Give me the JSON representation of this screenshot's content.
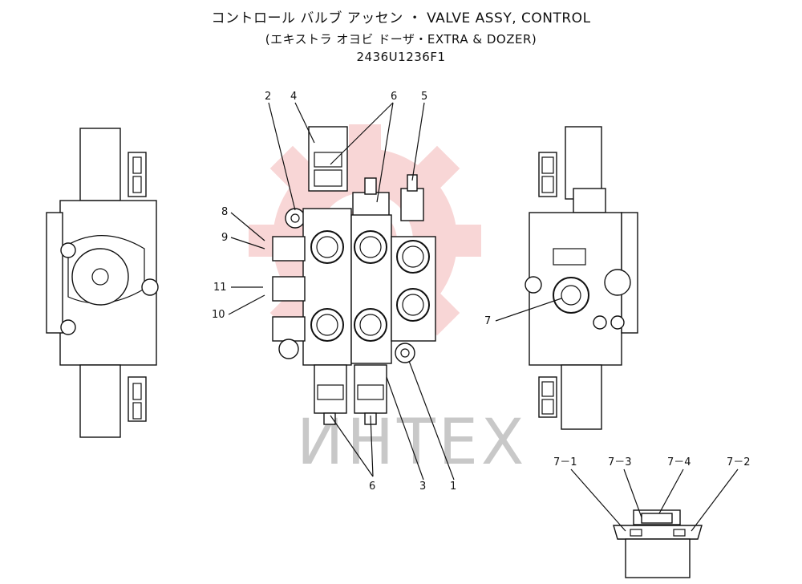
{
  "title": {
    "line1": "コントロール バルブ アッセン ・ VALVE ASSY, CONTROL",
    "line2": "(エキストラ オヨビ ドーザ・EXTRA & DOZER)",
    "part_number": "2436U1236F1"
  },
  "watermark": {
    "text": "ИНТЕХ",
    "color": "#e8a0a0"
  },
  "callouts": {
    "c1": "1",
    "c2": "2",
    "c3": "3",
    "c4": "4",
    "c5": "5",
    "c6a": "6",
    "c6b": "6",
    "c7": "7",
    "c8": "8",
    "c9": "9",
    "c10": "10",
    "c11": "11",
    "c7_1": "7－1",
    "c7_2": "7－2",
    "c7_3": "7－3",
    "c7_4": "7－4"
  },
  "colors": {
    "line": "#111111",
    "background": "#ffffff"
  }
}
